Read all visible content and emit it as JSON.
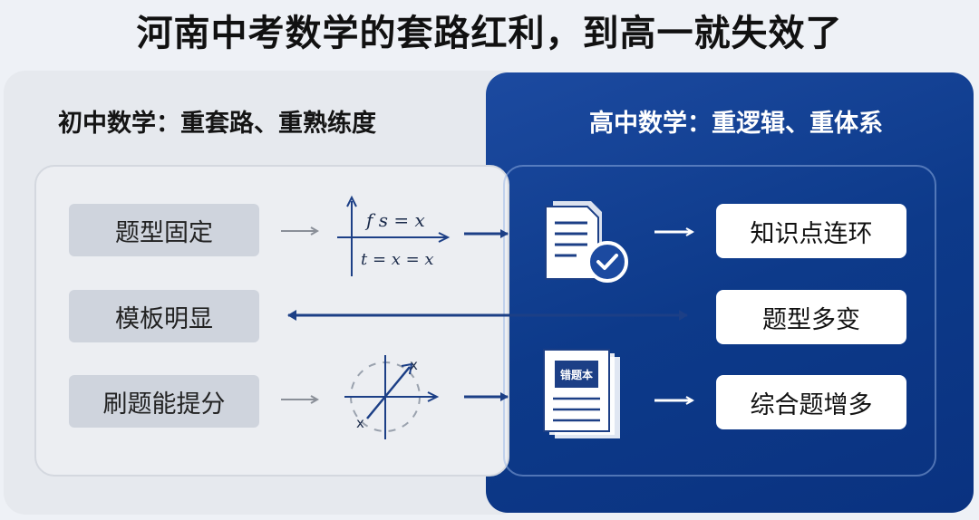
{
  "title": "河南中考数学的套路红利，到高一就失效了",
  "left_panel": {
    "heading": "初中数学：重套路、重熟练度",
    "items": [
      "题型固定",
      "模板明显",
      "刷题能提分"
    ]
  },
  "right_panel": {
    "heading": "高中数学：重逻辑、重体系",
    "items": [
      "知识点连环",
      "题型多变",
      "综合题增多"
    ]
  },
  "diagram1": {
    "top": "f s = x",
    "bottom": "t = x = x"
  },
  "diagram2": {
    "label_a": "x",
    "label_b": "x"
  },
  "book_label": "错题本",
  "colors": {
    "accent": "#0d3a8a",
    "left_bg": "#e6e9ee",
    "box_left": "#cfd4dd",
    "box_right": "#ffffff"
  },
  "icons": [
    "document-check-icon",
    "mistake-notebook-icon",
    "function-axes-icon",
    "graph-axes-icon"
  ]
}
